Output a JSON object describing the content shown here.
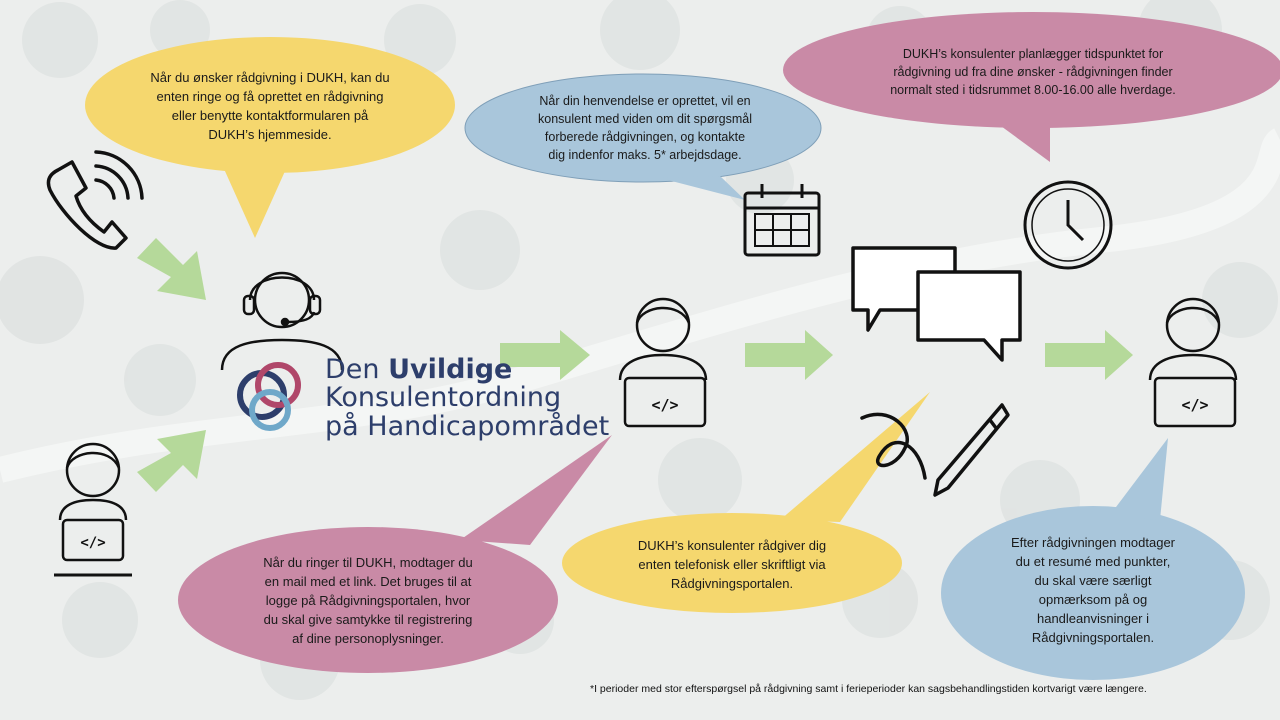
{
  "bubbles": {
    "yellow_top": "Når du ønsker rådgivning i DUKH, kan du\nenten ringe og få oprettet en rådgivning\neller benytte kontaktformularen på\nDUKH’s hjemmeside.",
    "blue_top": "Når din henvendelse er oprettet, vil en\nkonsulent med viden om dit spørgsmål\nforberede rådgivningen, og kontakte\ndig indenfor maks. 5* arbejdsdage.",
    "pink_top": "DUKH’s konsulenter planlægger tidspunktet for\nrådgivning ud fra dine ønsker - rådgivningen finder\nnormalt sted i tidsrummet 8.00-16.00 alle hverdage.",
    "pink_bottom": "Når du ringer til DUKH, modtager du\nen mail med et link. Det bruges til at\nlogge på Rådgivningsportalen, hvor\ndu skal give samtykke til registrering\naf dine personoplysninger.",
    "yellow_bottom": "DUKH’s konsulenter rådgiver dig\nenten telefonisk eller skriftligt via\nRådgivningsportalen.",
    "blue_bottom": "Efter rådgivningen modtager\ndu et resumé med punkter,\ndu skal være særligt\nopmærksom på og\nhandleanvisninger i\nRådgivningsportalen."
  },
  "logo": {
    "line1_regular": "Den ",
    "line1_bold": "Uvildige",
    "line2": "Konsulentordning",
    "line3": "på Handicapområdet"
  },
  "footnote": "*I perioder med stor efterspørgsel på rådgivning samt i ferieperioder kan sagsbehandlingstiden kortvarigt være længere.",
  "icons": [
    "phone-icon",
    "user-laptop-icon",
    "headset-consultant-icon",
    "calendar-icon",
    "clock-icon",
    "chat-bubbles-icon",
    "pen-signature-icon"
  ],
  "colors": {
    "yellow": "#f5d76e",
    "blue": "#a9c6db",
    "pink": "#c98aa6",
    "arrow_green": "#b5d99a",
    "logo_text": "#2d3e6b"
  }
}
